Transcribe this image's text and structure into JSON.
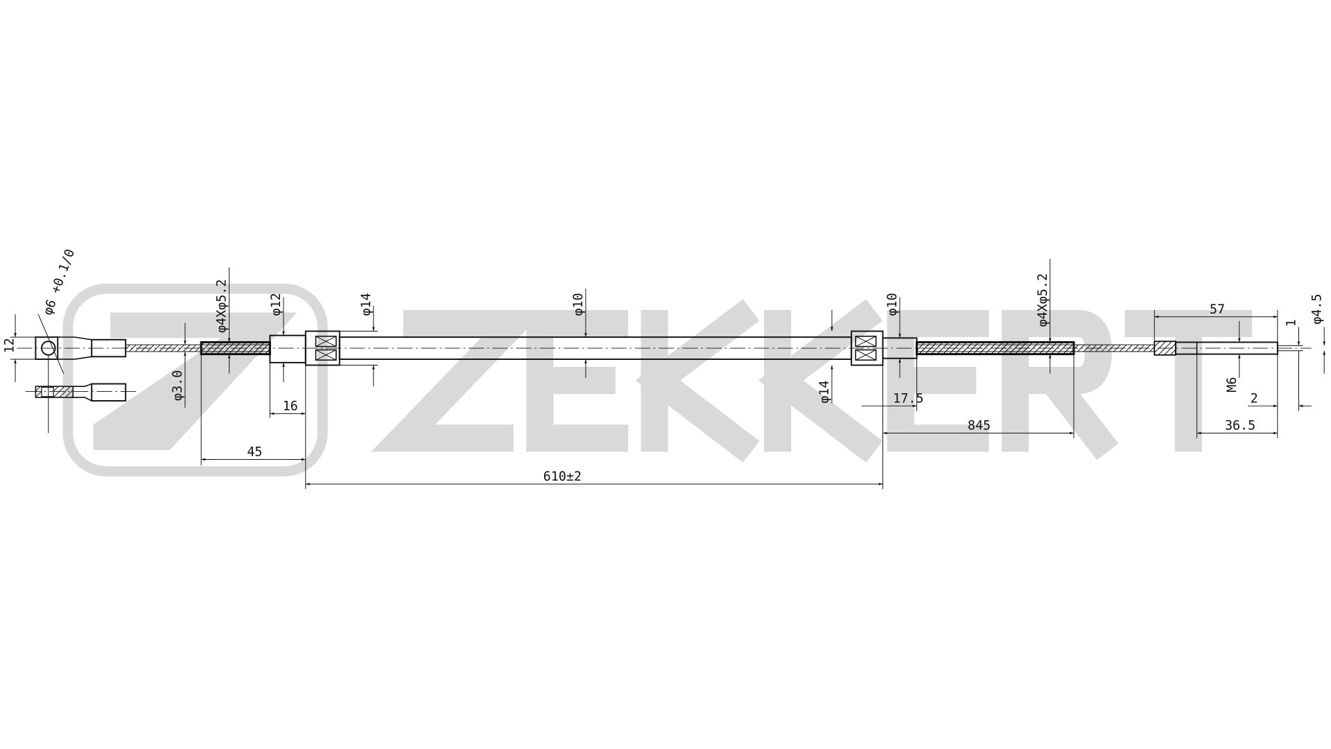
{
  "logo": {
    "text": "ZEKKERT",
    "color": "#d9d9d9"
  },
  "dimensions": {
    "eye_hole": "φ6 +0.1/0",
    "eye_width": "12",
    "cable_dia": "φ3.0",
    "sleeve_left": "φ4Xφ5.2",
    "ferrule_left": "φ12",
    "ferrule_left_len": "16",
    "sleeve_left_len": "45",
    "grommet_left": "φ14",
    "conduit": "φ10",
    "conduit_len": "610±2",
    "grommet_right": "φ14",
    "ferrule_right": "φ10",
    "ferrule_right_len": "17.5",
    "sleeve_right": "φ4Xφ5.2",
    "sleeve_right_len": "845",
    "end_len": "57",
    "end_step": "1",
    "end_dia": "φ4.5",
    "thread": "M6",
    "end_tip": "2",
    "end_fitting_len": "36.5"
  }
}
